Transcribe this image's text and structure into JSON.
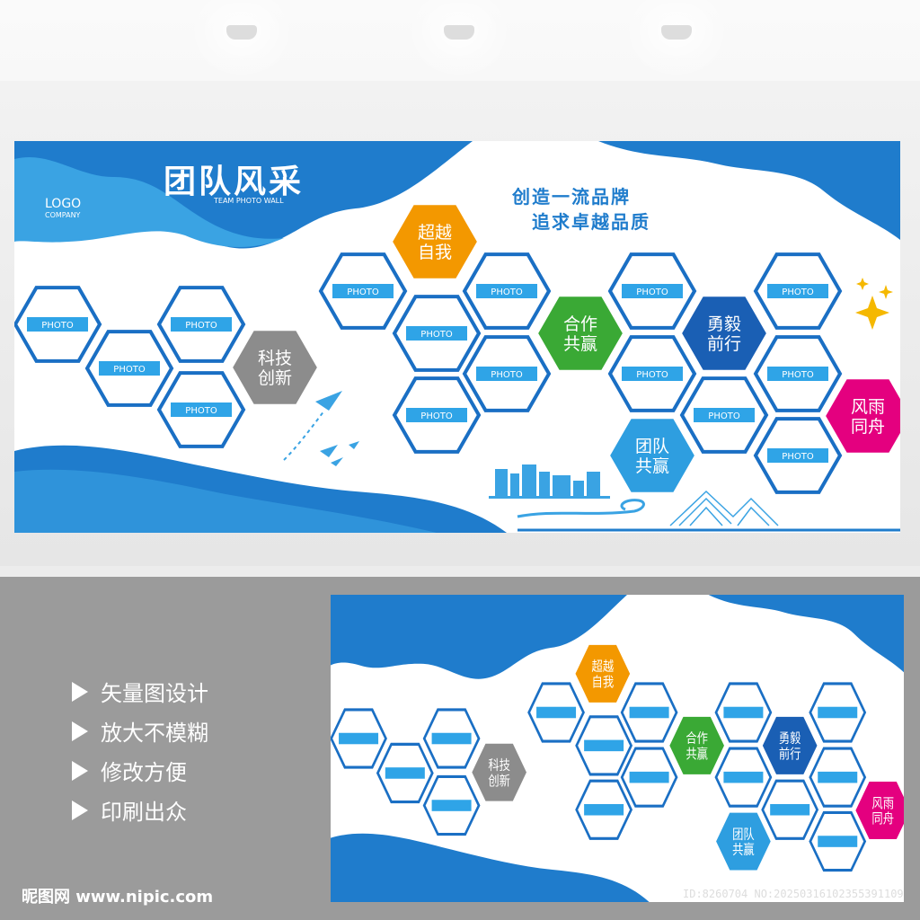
{
  "board": {
    "title": "团队风采",
    "subtitle": "TEAM PHOTO WALL",
    "logo": "LOGO",
    "company": "COMPANY",
    "slogan_line1": "创造一流品牌",
    "slogan_line2": "追求卓越品质",
    "photo_label": "PHOTO",
    "badges": [
      {
        "l1": "科技",
        "l2": "创新",
        "color": "#8c8c8c"
      },
      {
        "l1": "超越",
        "l2": "自我",
        "color": "#f39800"
      },
      {
        "l1": "合作",
        "l2": "共赢",
        "color": "#3aa935"
      },
      {
        "l1": "勇毅",
        "l2": "前行",
        "color": "#1a5fb4"
      },
      {
        "l1": "团队",
        "l2": "共赢",
        "color": "#2e9ee0"
      },
      {
        "l1": "风雨",
        "l2": "同舟",
        "color": "#e4007f"
      }
    ],
    "colors": {
      "primary": "#1f7ccc",
      "light": "#3aa3e3",
      "hex_stroke": "#1a6fc4",
      "photo_fill": "#2fa4e7"
    }
  },
  "features": [
    "矢量图设计",
    "放大不模糊",
    "修改方便",
    "印刷出众"
  ],
  "watermark": {
    "brand": "昵图网 www.nipic.com",
    "id": "ID:8260704 NO:20250316102355391109"
  }
}
